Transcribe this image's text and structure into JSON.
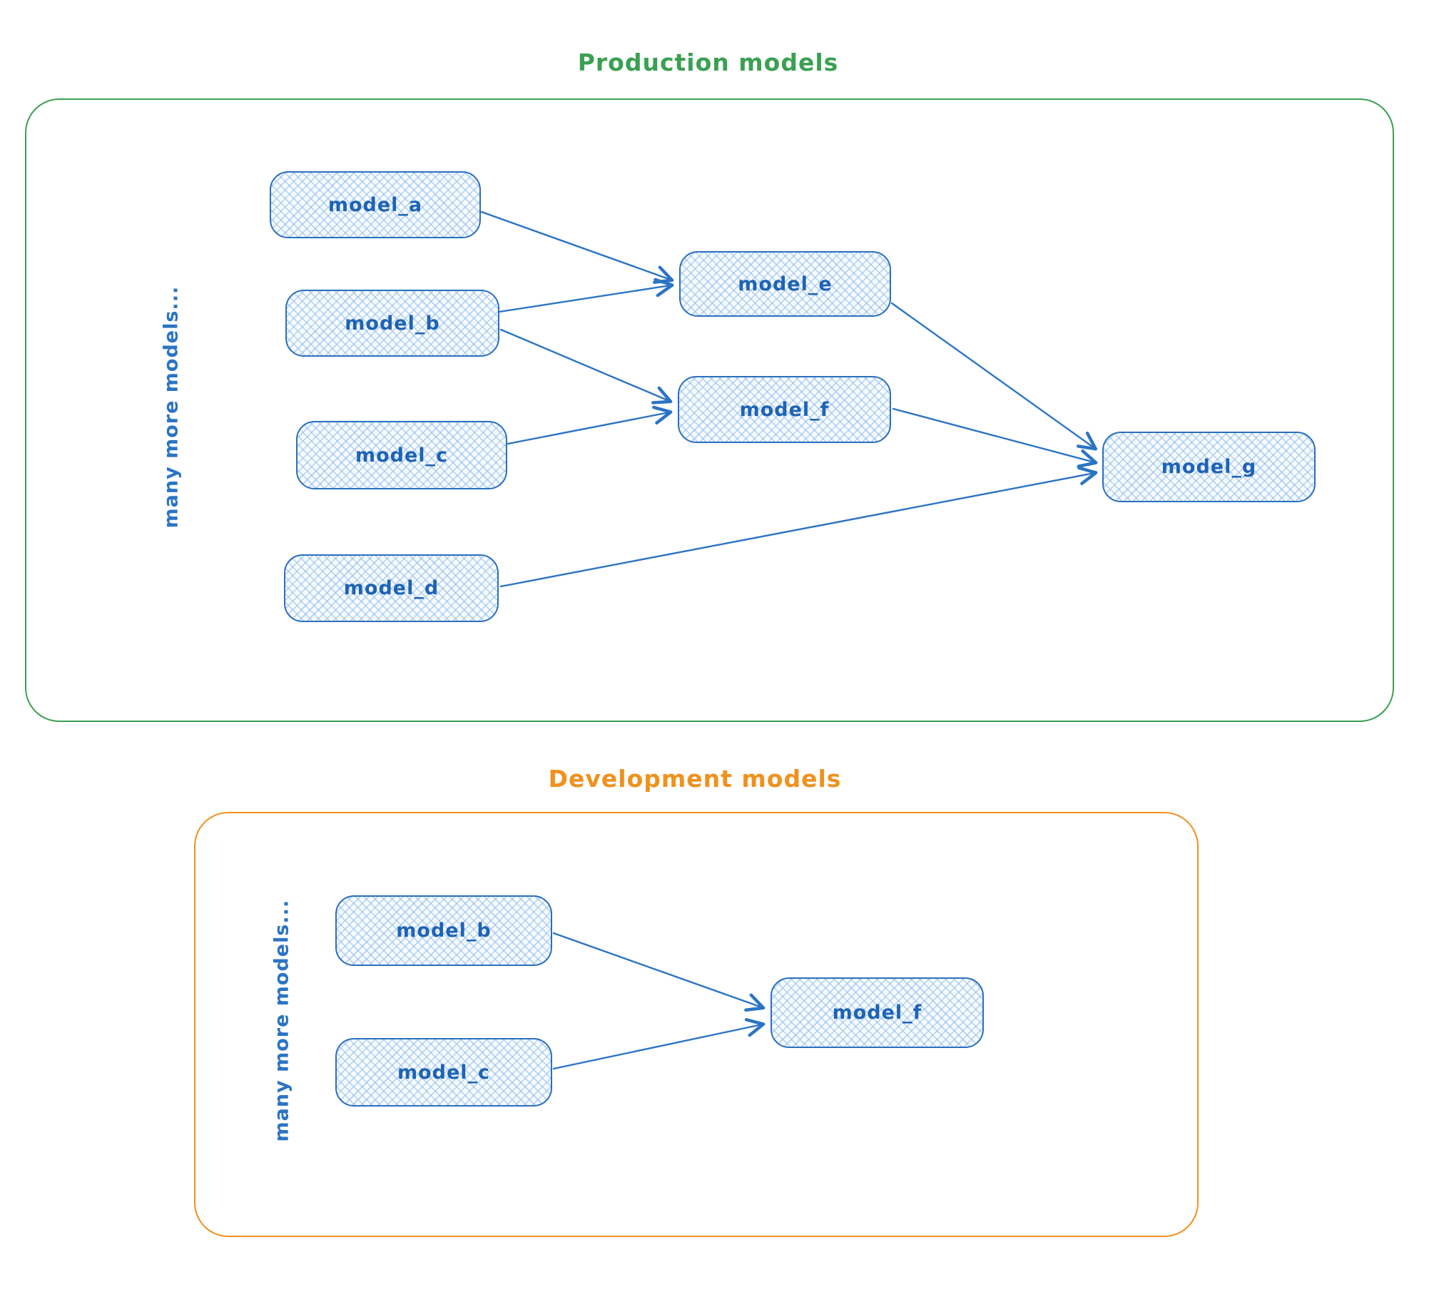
{
  "diagram": {
    "kind": "model-dependency-diagram",
    "background": "#ffffff"
  },
  "production": {
    "title": "Production models",
    "accent_color": "#3ba052",
    "side_label": "many more models...",
    "nodes": [
      {
        "id": "model_a",
        "label": "model_a"
      },
      {
        "id": "model_b",
        "label": "model_b"
      },
      {
        "id": "model_c",
        "label": "model_c"
      },
      {
        "id": "model_d",
        "label": "model_d"
      },
      {
        "id": "model_e",
        "label": "model_e"
      },
      {
        "id": "model_f",
        "label": "model_f"
      },
      {
        "id": "model_g",
        "label": "model_g"
      }
    ]
  },
  "development": {
    "title": "Development models",
    "accent_color": "#f0911d",
    "side_label": "many more models...",
    "nodes": [
      {
        "id": "model_b",
        "label": "model_b"
      },
      {
        "id": "model_c",
        "label": "model_c"
      },
      {
        "id": "model_f",
        "label": "model_f"
      }
    ]
  },
  "node_style": {
    "stroke_color": "#2b6fbe",
    "fill_color": "#e9f2fb",
    "fill_pattern": "cross-hatch",
    "text_color": "#1e63b5"
  },
  "graph": {
    "edges": [
      {
        "section": "production",
        "from": "model_a",
        "to": "model_e"
      },
      {
        "section": "production",
        "from": "model_b",
        "to": "model_e"
      },
      {
        "section": "production",
        "from": "model_b",
        "to": "model_f"
      },
      {
        "section": "production",
        "from": "model_c",
        "to": "model_f"
      },
      {
        "section": "production",
        "from": "model_e",
        "to": "model_g"
      },
      {
        "section": "production",
        "from": "model_f",
        "to": "model_g"
      },
      {
        "section": "production",
        "from": "model_d",
        "to": "model_g"
      },
      {
        "section": "development",
        "from": "model_b",
        "to": "model_f"
      },
      {
        "section": "development",
        "from": "model_c",
        "to": "model_f"
      }
    ]
  }
}
